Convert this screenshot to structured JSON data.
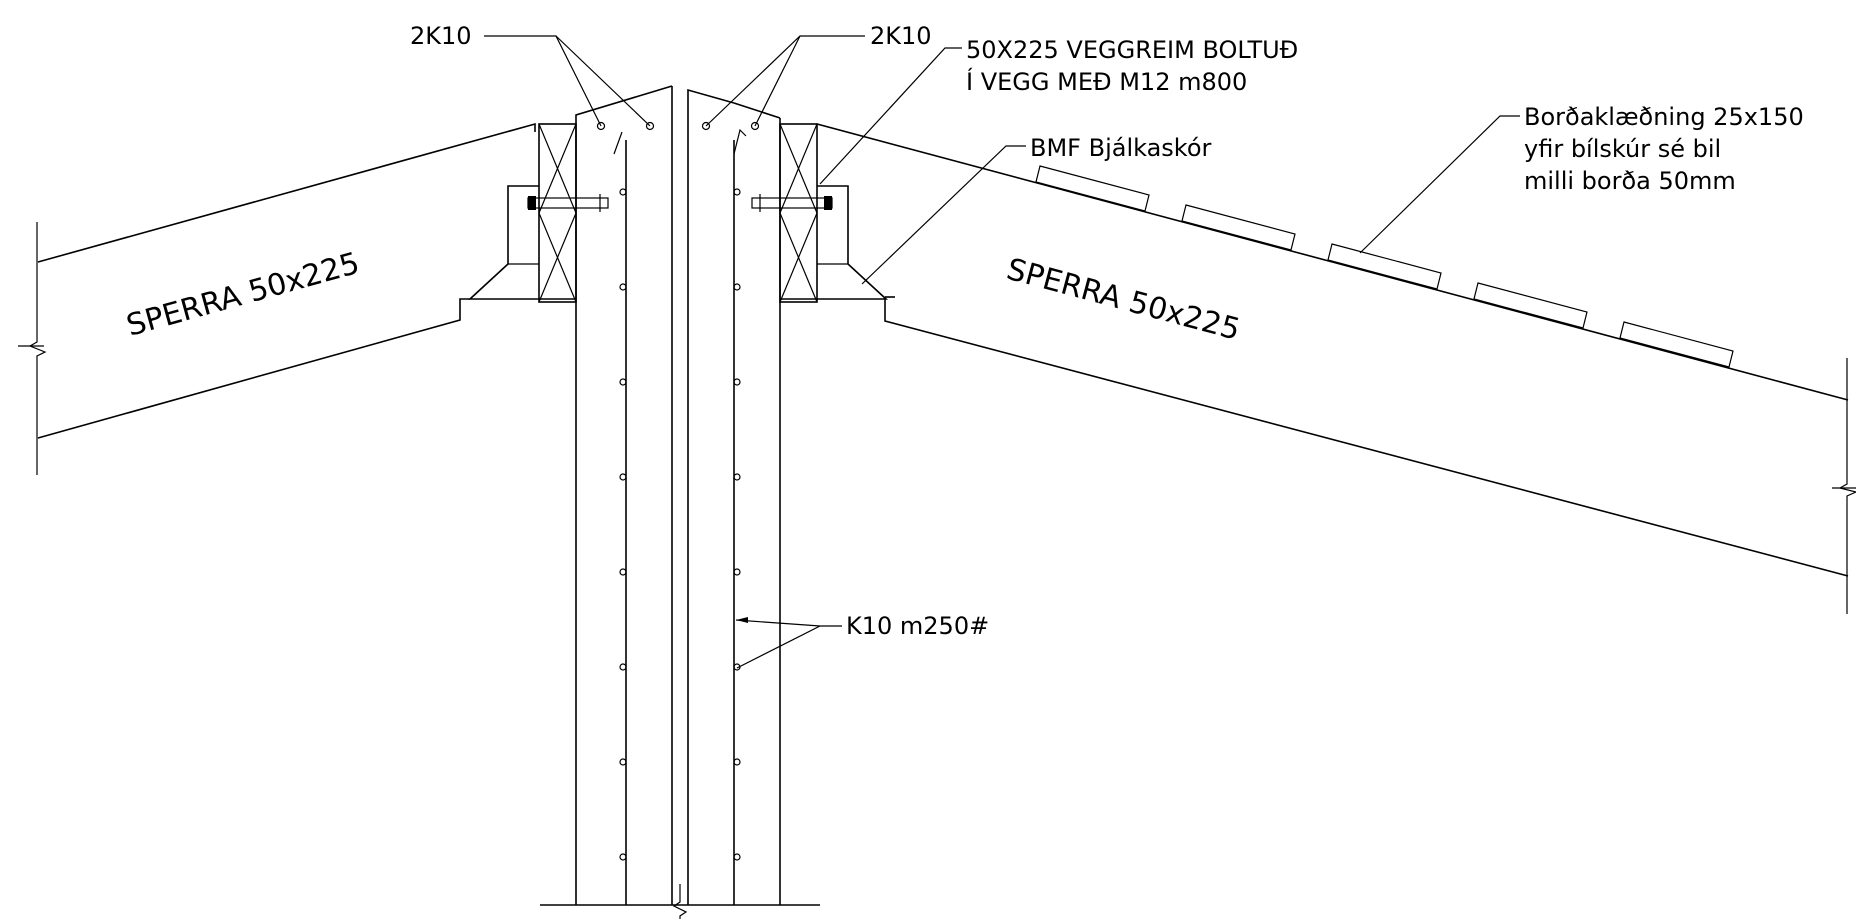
{
  "labels": {
    "top_left_rebar": "2K10",
    "top_right_rebar": "2K10",
    "wall_plate_line1": "50X225 VEGGREIM BOLTUÐ",
    "wall_plate_line2": "Í VEGG MEÐ M12 m800",
    "hanger": "BMF Bjálkaskór",
    "cladding_line1": "Borðaklæðning 25x150",
    "cladding_line2": "yfir bílskúr sé bil",
    "cladding_line3": "milli borða 50mm",
    "left_rafter": "SPERRA 50x225",
    "right_rafter": "SPERRA 50x225",
    "stirrups": "K10 m250#"
  }
}
